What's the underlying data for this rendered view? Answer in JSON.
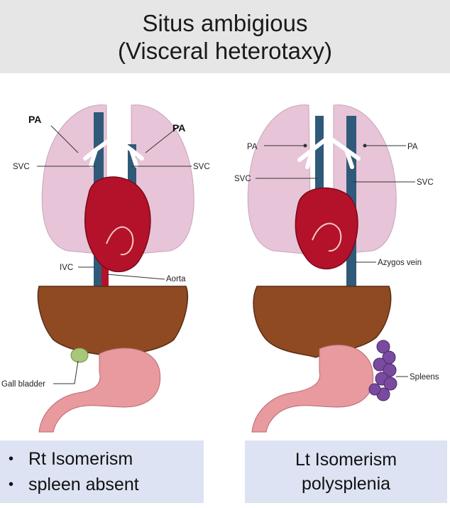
{
  "header": {
    "title_line1": "Situs ambigious",
    "title_line2": "(Visceral heterotaxy)"
  },
  "left_diagram": {
    "labels": {
      "pa_left": "PA",
      "pa_right": "PA",
      "svc_left": "SVC",
      "svc_right": "SVC",
      "ivc": "IVC",
      "aorta": "Aorta",
      "gall_bladder": "Gall bladder"
    }
  },
  "right_diagram": {
    "labels": {
      "pa_left": "PA",
      "pa_right": "PA",
      "svc_left": "SVC",
      "svc_right": "SVC",
      "azygos": "Azygos vein",
      "spleens": "Spleens"
    }
  },
  "captions": {
    "left": {
      "bullet": "•",
      "items": [
        "Rt Isomerism",
        "spleen absent"
      ]
    },
    "right": {
      "lines": [
        "Lt Isomerism",
        "polysplenia"
      ]
    }
  },
  "colors": {
    "lung": "#e8c4d8",
    "heart": "#b3122a",
    "liver": "#8f4a22",
    "vessel": "#2f5a7a",
    "stomach": "#e89a9e",
    "gall_bladder": "#a9c77a",
    "spleen": "#7a4aa0",
    "caption_bg": "#dde3f2",
    "title_bg": "#e6e6e6"
  }
}
